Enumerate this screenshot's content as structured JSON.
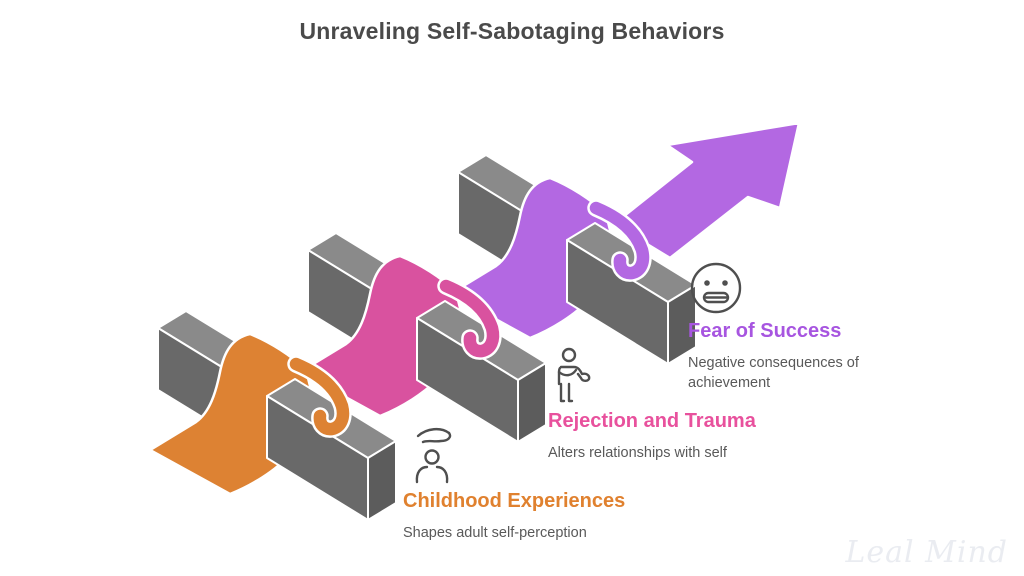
{
  "title": "Unraveling Self-Sabotaging Behaviors",
  "watermark": "Leal Mind",
  "colors": {
    "ribbon_orange": "#DD8233",
    "ribbon_pink": "#D9529F",
    "ribbon_purple": "#B368E2",
    "label_orange": "#E0812F",
    "label_pink": "#E8519D",
    "label_purple": "#A755E0",
    "bar_top": "#8A8A8A",
    "bar_front": "#696969",
    "bar_end": "#5C5C5C",
    "outline": "#FFFFFF",
    "icon": "#4F4F4F",
    "title_text": "#4A4A4A",
    "body_text": "#595959"
  },
  "stages": [
    {
      "id": "childhood",
      "icon": "child-care-icon",
      "label": "Childhood Experiences",
      "description": "Shapes adult self-perception"
    },
    {
      "id": "rejection",
      "icon": "injured-person-icon",
      "label": "Rejection and Trauma",
      "description": "Alters relationships with self"
    },
    {
      "id": "fear",
      "icon": "grimace-face-icon",
      "label": "Fear of Success",
      "description": "Negative consequences of achievement"
    }
  ]
}
